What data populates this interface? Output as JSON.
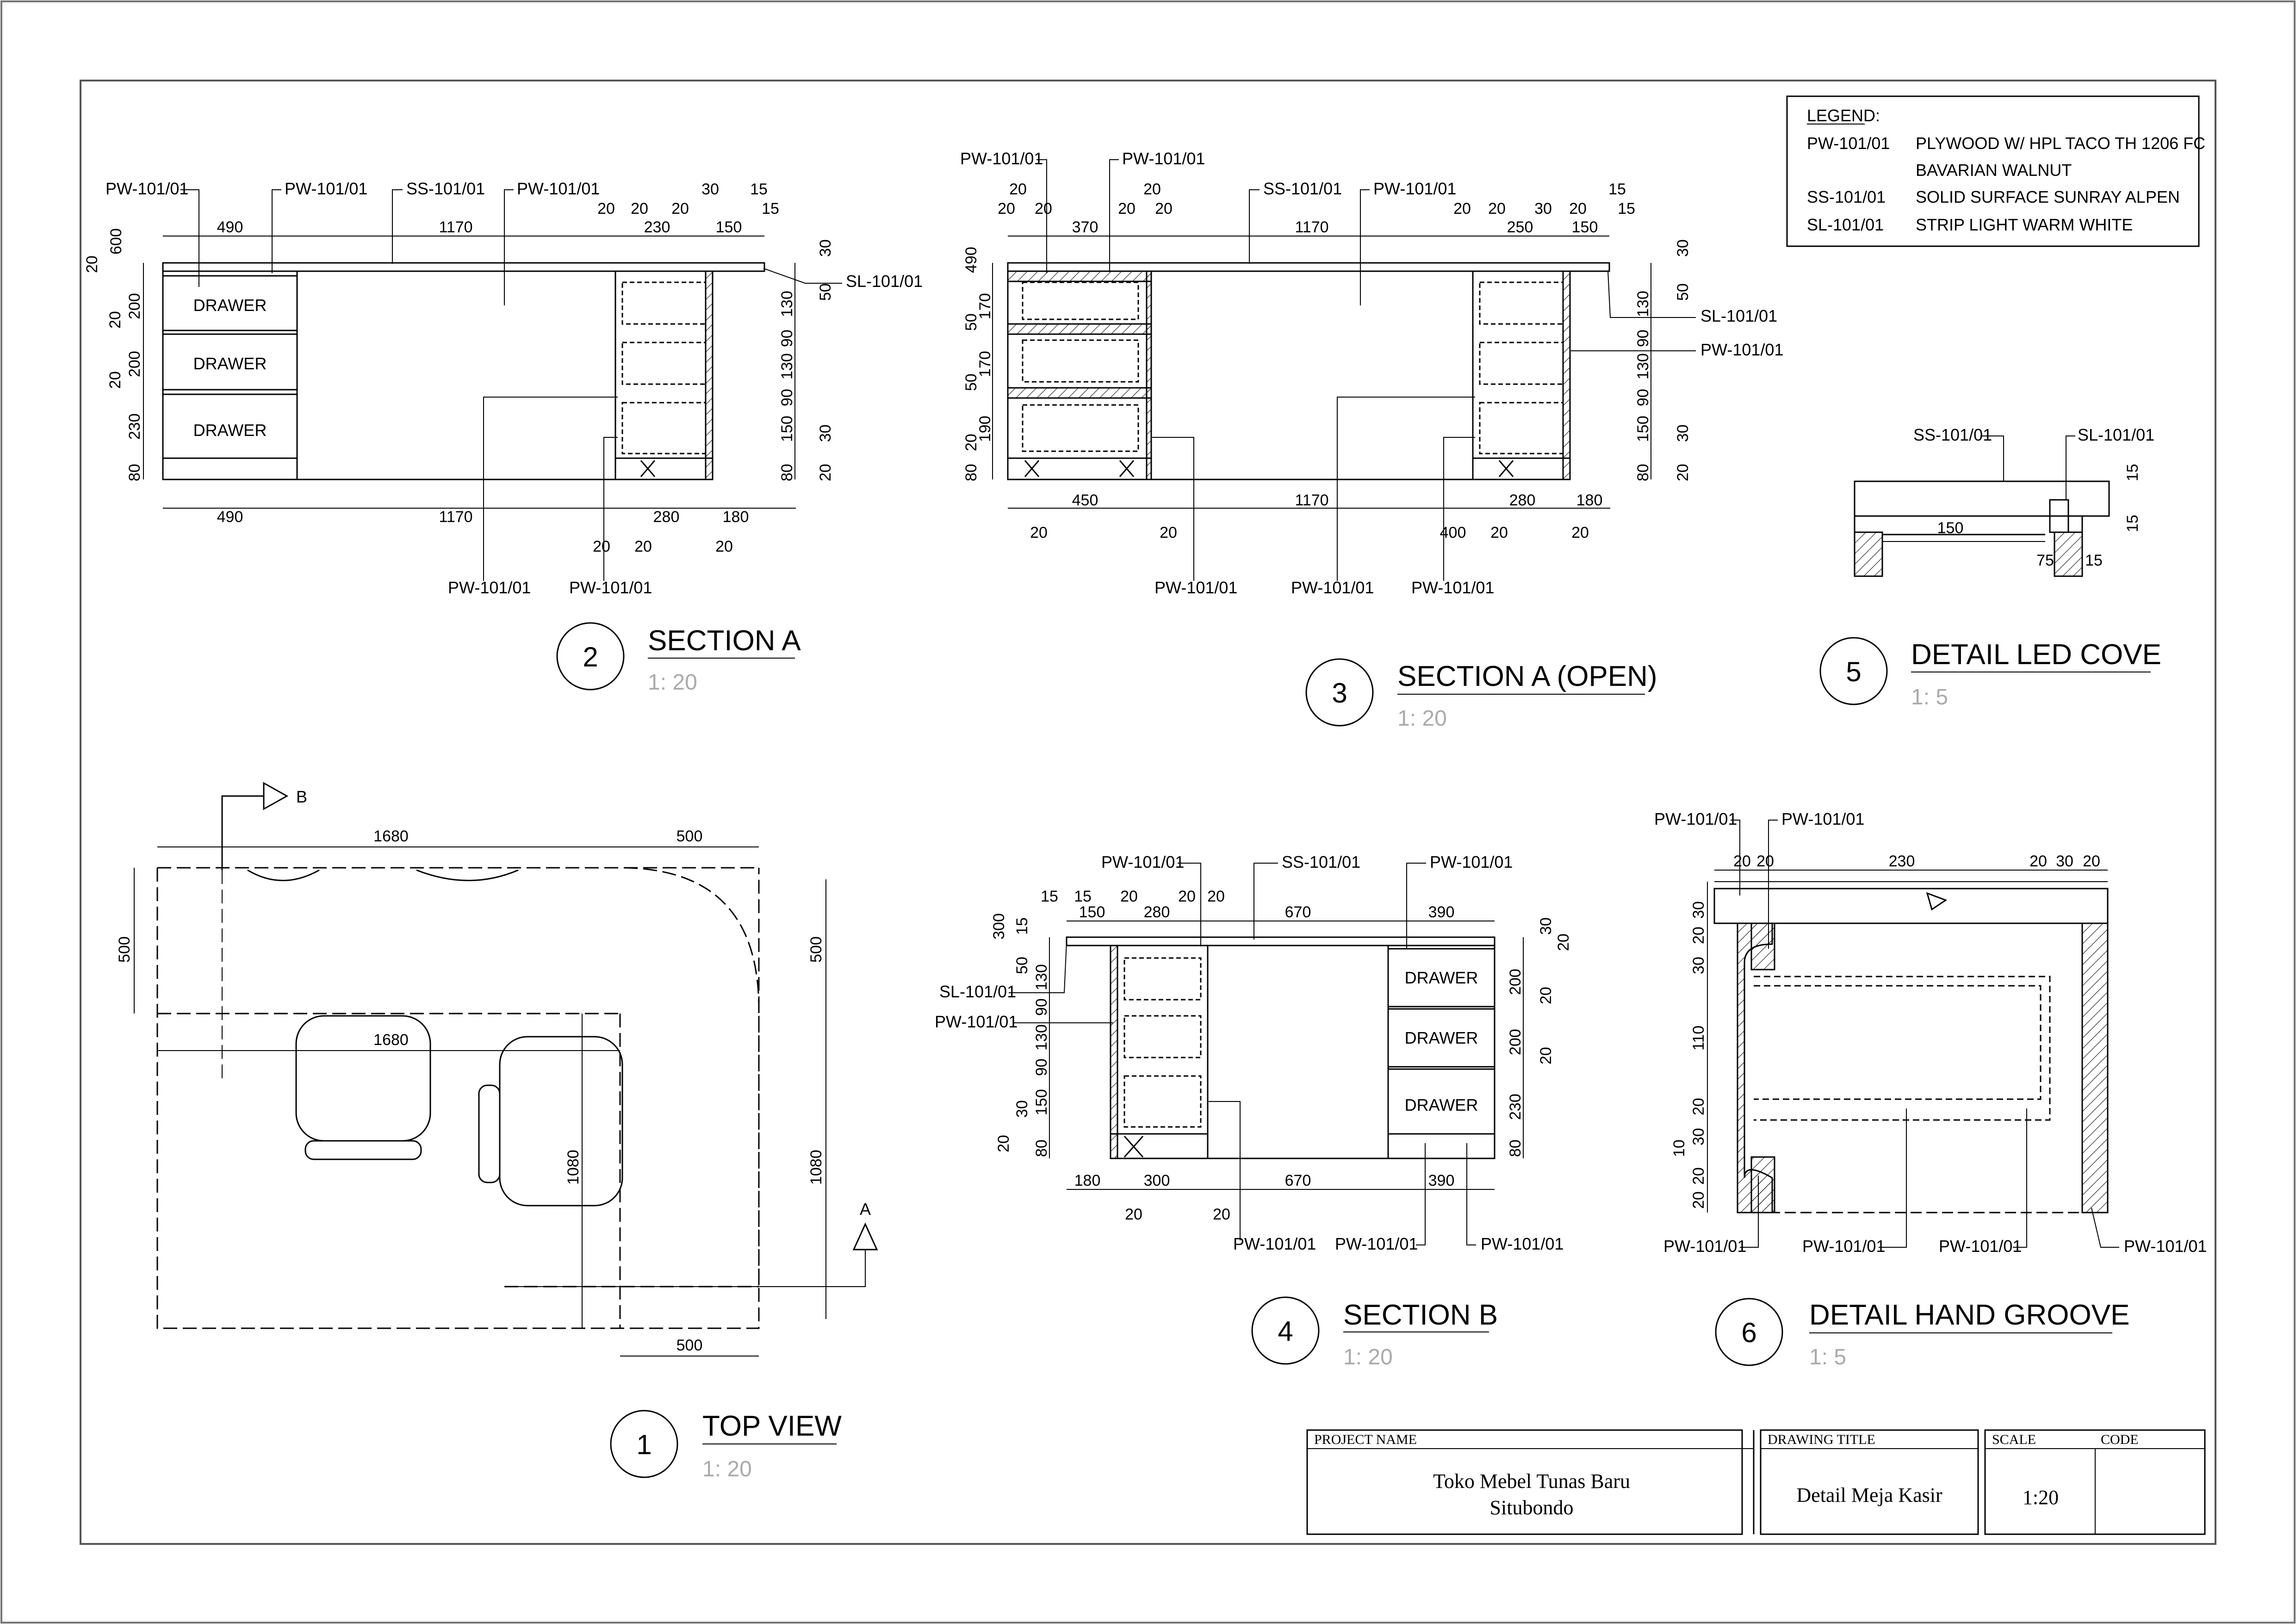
{
  "legend": {
    "title": "LEGEND:",
    "items": [
      {
        "code": "PW-101/01",
        "desc": "PLYWOOD W/ HPL TACO TH 1206 FC",
        "desc2": "BAVARIAN WALNUT"
      },
      {
        "code": "SS-101/01",
        "desc": "SOLID SURFACE SUNRAY ALPEN"
      },
      {
        "code": "SL-101/01",
        "desc": "STRIP LIGHT WARM WHITE"
      }
    ]
  },
  "views": [
    {
      "id": "top-view",
      "number": "1",
      "title": "TOP VIEW",
      "scale": "1: 20"
    },
    {
      "id": "section-a",
      "number": "2",
      "title": "SECTION A",
      "scale": "1: 20"
    },
    {
      "id": "section-a-open",
      "number": "3",
      "title": "SECTION A (OPEN)",
      "scale": "1: 20"
    },
    {
      "id": "section-b",
      "number": "4",
      "title": "SECTION B",
      "scale": "1: 20"
    },
    {
      "id": "detail-led-cove",
      "number": "5",
      "title": "DETAIL LED COVE",
      "scale": "1: 5"
    },
    {
      "id": "detail-hand-groove",
      "number": "6",
      "title": "DETAIL HAND GROOVE",
      "scale": "1: 5"
    }
  ],
  "materials": {
    "pw": "PW-101/01",
    "ss": "SS-101/01",
    "sl": "SL-101/01"
  },
  "drawer_label": "DRAWER",
  "section_markers": {
    "a": "A",
    "b": "B"
  },
  "dims": {
    "d15": "15",
    "d20": "20",
    "d30": "30",
    "d50": "50",
    "d75": "75",
    "d80": "80",
    "d90": "90",
    "d10": "10",
    "d110": "110",
    "d130": "130",
    "d150": "150",
    "d170": "170",
    "d180": "180",
    "d190": "190",
    "d200": "200",
    "d230": "230",
    "d250": "250",
    "d280": "280",
    "d300": "300",
    "d370": "370",
    "d390": "390",
    "d400": "400",
    "d450": "450",
    "d490": "490",
    "d500": "500",
    "d600": "600",
    "d670": "670",
    "d1080": "1080",
    "d1170": "1170",
    "d1680": "1680"
  },
  "title_block": {
    "project_name_label": "PROJECT NAME",
    "project_name_line1": "Toko Mebel Tunas Baru",
    "project_name_line2": "Situbondo",
    "drawing_title_label": "DRAWING TITLE",
    "drawing_title": "Detail Meja Kasir",
    "scale_label": "SCALE",
    "scale": "1:20",
    "code_label": "CODE",
    "code": ""
  }
}
